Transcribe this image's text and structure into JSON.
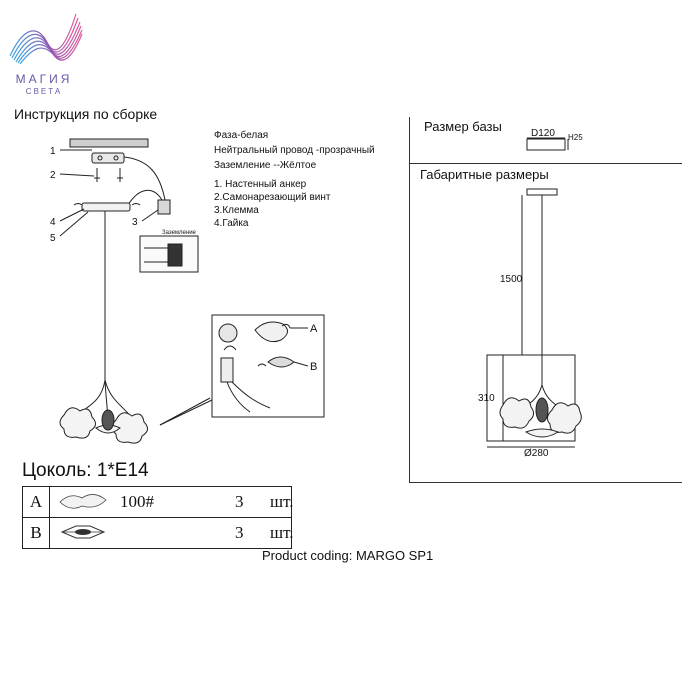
{
  "logo": {
    "name": "МАГИЯ",
    "tagline": "СВЕТА",
    "colors": [
      "#3fa7e1",
      "#8d5bb5",
      "#e05a9b"
    ]
  },
  "assembly": {
    "title": "Инструкция по сборке",
    "wiring_notes": [
      "Фаза-белая",
      "Нейтральный провод -прозрачный",
      "Заземление --Жёлтое"
    ],
    "parts": [
      "1. Настенный анкер",
      "2.Самонарезающий винт",
      "3.Клемма",
      "4.Гайка"
    ],
    "callouts": [
      "1",
      "2",
      "3",
      "4",
      "5"
    ],
    "terminal_label": "Заземление",
    "detail_callouts": [
      "A",
      "B"
    ]
  },
  "dimensions": {
    "base_title": "Размер базы",
    "base_diameter": "D120",
    "base_height": "H25",
    "overall_title": "Габаритные размеры",
    "cable_length": "1500",
    "fixture_height": "310",
    "fixture_diameter": "Ø280"
  },
  "socket": {
    "label": "Цоколь:  1*E14"
  },
  "table": {
    "rows": [
      {
        "letter": "A",
        "code": "100#",
        "qty": "3",
        "unit": "шт."
      },
      {
        "letter": "B",
        "code": "",
        "qty": "3",
        "unit": "шт."
      }
    ]
  },
  "product_coding": "Product coding: MARGO SP1"
}
